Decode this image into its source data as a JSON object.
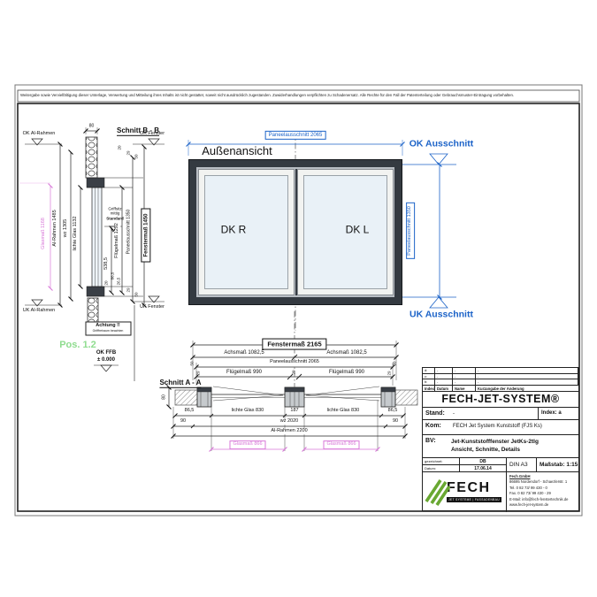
{
  "meta": {
    "disclaimer": "Weitergabe sowie Vervielfältigung dieser Unterlage, Verwertung und Mitteilung ihres Inhalts ist nicht gestattet, soweit nicht ausdrücklich zugestanden. Zuwiderhandlungen verpflichten zu Schadenersatz. Alle Rechte für den Fall der Patenterteilung oder Gebrauchsmuster-Eintragung vorbehalten."
  },
  "colors": {
    "dim_blue": "#1c63c8",
    "dim_magenta": "#d878d8",
    "pos_green": "#8fdc8f",
    "frame_dark": "#343a41",
    "glass": "#e9f1f7",
    "logo_green": "#69a832"
  },
  "bb": {
    "title": "Schnitt B - B",
    "d80": "80",
    "ok_al": "OK Al-Rahmen",
    "ok_f": "OK Fenster",
    "uk_al": "UK Al-Rahmen",
    "uk_f": "UK Fenster",
    "glas": "Glasmaß 1168",
    "alr": "Al-Rahmen 1485",
    "wz": "wz 1305",
    "lg": "lichte Glas 1132",
    "fl": "Flügelmaß 1292",
    "d5385": "538,5",
    "pan": "Paneelausschnitt 1350",
    "fm": "Fenstermaß 1450",
    "griff1": "Griffsitz",
    "griff2": "mittig",
    "griff3": "Standard",
    "s20t": "20",
    "s29t": "29",
    "s50t": "50",
    "s20b": "20",
    "s865b": "86,5",
    "s265b": "26,5",
    "s29b": "29",
    "s50b": "50",
    "achtung1": "Achtung !!",
    "achtung2": "Grifffreiraum beachten",
    "pos": "Pos. 1.2",
    "okffb1": "OK FFB",
    "okffb2": "± 0.000"
  },
  "an": {
    "title": "Außenansicht",
    "pan_w": "Paneelausschnitt 2065",
    "pan_h": "Paneelausschnitt 1350",
    "ok": "OK Ausschnitt",
    "uk": "UK Ausschnitt",
    "dkr": "DK R",
    "dkl": "DK L"
  },
  "aa": {
    "title": "Schnitt A - A",
    "fm": "Fenstermaß 2165",
    "achs_l": "Achsmaß 1082,5",
    "achs_r": "Achsmaß 1082,5",
    "pan": "Paneelausschnitt 2065",
    "fl_l": "Flügelmaß 990",
    "fl_r": "Flügelmaß 990",
    "d50l": "50",
    "d50r": "50",
    "d29l": "29",
    "d20": "20",
    "d29r": "29",
    "d865l": "86,5",
    "lg_l": "lichte Glas 830",
    "d187": "187",
    "lg_r": "lichte Glas 830",
    "d865r": "86,5",
    "d90l": "90",
    "wz": "wz 2020",
    "d90r": "90",
    "alr": "Al-Rahmen 2200",
    "glas_l": "Glasmaß 866",
    "glas_r": "Glasmaß 866",
    "d80": "80"
  },
  "tb": {
    "rev": [
      {
        "i": "d:",
        "d": "-",
        "n": "-",
        "k": "-"
      },
      {
        "i": "c:",
        "d": "-",
        "n": "-",
        "k": "-"
      },
      {
        "i": "b:",
        "d": "-",
        "n": "-",
        "k": "-"
      }
    ],
    "hdr": {
      "index": "Index",
      "datum": "Datum",
      "name": "Name",
      "kurz": "Kurzangabe der Änderung"
    },
    "system": "FECH-JET-SYSTEM®",
    "stand_l": "Stand:",
    "stand_v": "-",
    "index_l": "Index:",
    "index_v": "a",
    "kom_l": "Kom:",
    "kom_v": "FECH Jet System Kunststoff (FJS Ks)",
    "bv_l": "BV:",
    "bv_1": "Jet-Kunststofffenster JetKs-2tlg",
    "bv_2": "Ansicht, Schnitte, Details",
    "gez_l": "gezeichnet:",
    "gez_v": "DB",
    "dat_l": "Datum:",
    "dat_v": "17.06.14",
    "din": "DIN A3",
    "mass": "Maßstab: 1:15",
    "logo": "FECH",
    "logo_sub": "JET SYSTEME | FASSADENBAU",
    "co": [
      "Fech GmbH",
      "86695 Nordendorf - Schaezlerstr. 1",
      "Tel. 0 82 73/ 99 430 - 0",
      "Fax. 0 82 73/ 99 430 - 29",
      "E-Mail: info@fech-fenstertechnik.de",
      "www.fech-jet-system.de"
    ]
  }
}
